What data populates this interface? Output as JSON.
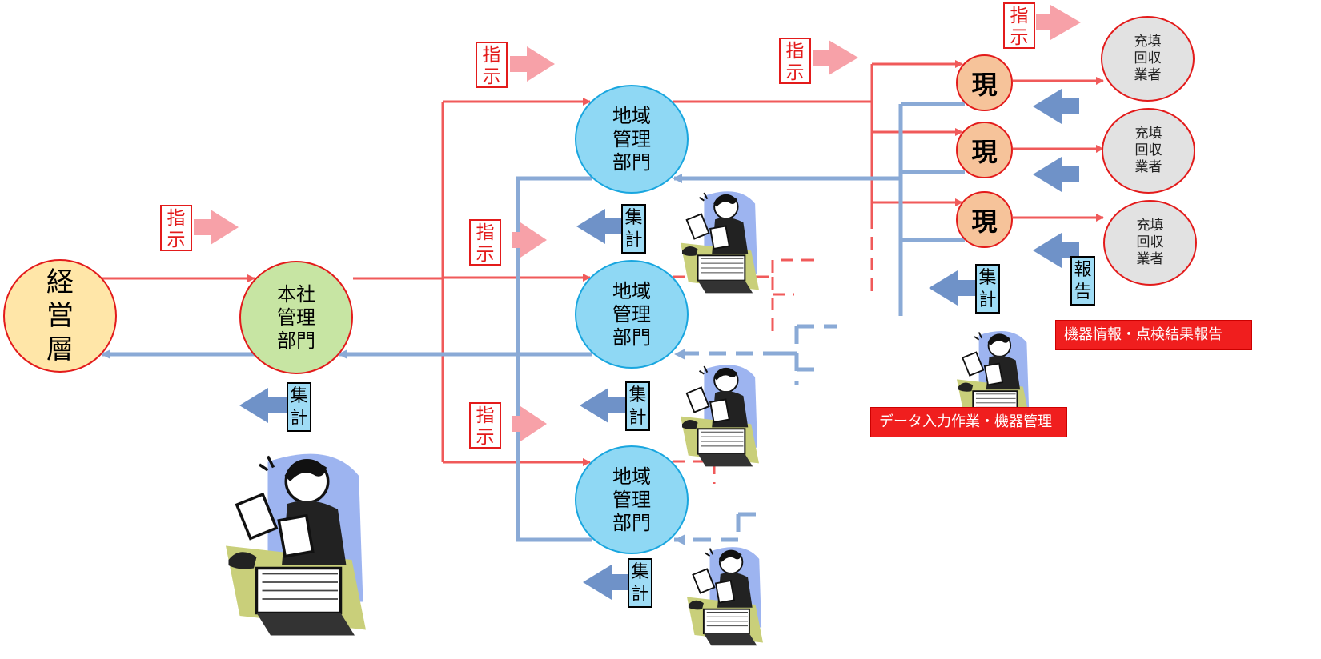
{
  "nodes": {
    "executive": "経\n営\n層",
    "hq": "本社\n管理\n部門",
    "regional": [
      "地域\n管理\n部門",
      "地域\n管理\n部門",
      "地域\n管理\n部門"
    ],
    "site": [
      "現",
      "現",
      "現"
    ],
    "vendor": [
      "充填\n回収\n業者",
      "充填\n回収\n業者",
      "充填\n回収\n業者"
    ]
  },
  "tags": {
    "instruct": "指\n示",
    "aggregate": "集\n計",
    "report": "報\n告"
  },
  "banners": {
    "vendor_report": "機器情報・点検結果報告",
    "data_entry": "データ入力作業・機器管理"
  },
  "colors": {
    "instruction_line": "#f05a5a",
    "aggregation_line": "#8aaad6",
    "instruction_arrow": "#f7a1a8",
    "aggregation_arrow": "#6f92c8"
  },
  "icons": {
    "worker": "office-worker-clipart"
  }
}
